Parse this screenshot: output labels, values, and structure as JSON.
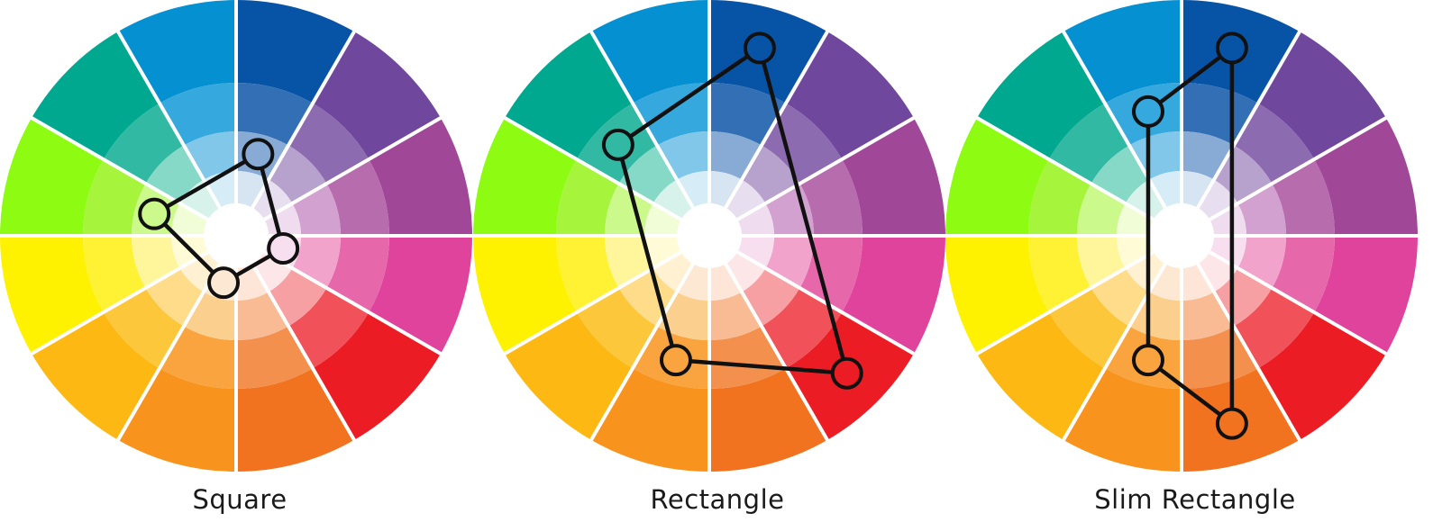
{
  "ring_colors": [
    [
      "#ffffff",
      "#d6ecf7",
      "#80c7ea",
      "#35a8dd",
      "#0590d1"
    ],
    [
      "#ffffff",
      "#d7e4f1",
      "#88abd6",
      "#326fb5",
      "#0754a6"
    ],
    [
      "#ffffff",
      "#e7def0",
      "#b6a2cc",
      "#8d6bb0",
      "#6f479c"
    ],
    [
      "#ffffff",
      "#efdcee",
      "#d2a1cf",
      "#b76cae",
      "#a04798"
    ],
    [
      "#ffffff",
      "#f8dff0",
      "#f1a3cc",
      "#e668ab",
      "#e0439b"
    ],
    [
      "#ffffff",
      "#fde6e8",
      "#f6a0a4",
      "#f15158",
      "#ec1c24"
    ],
    [
      "#ffffff",
      "#fde6d8",
      "#f8bb94",
      "#f4904d",
      "#f1721f"
    ],
    [
      "#ffffff",
      "#fde9d3",
      "#fbd08f",
      "#f9a43f",
      "#f8941d"
    ],
    [
      "#ffffff",
      "#fff1d1",
      "#fedc8a",
      "#fdc73b",
      "#fdb813"
    ],
    [
      "#ffffff",
      "#fffbd6",
      "#fff59b",
      "#fff234",
      "#fff200"
    ],
    [
      "#ffffff",
      "#f1fdd6",
      "#cbf98b",
      "#a6f43b",
      "#8dfb12"
    ],
    [
      "#ffffff",
      "#d7f2eb",
      "#86d8c7",
      "#31b9a4",
      "#00a88f"
    ]
  ],
  "separator_color": "#ffffff",
  "line_color": "#111111",
  "diagrams": [
    {
      "caption": "Square",
      "markers": [
        {
          "segment": 1,
          "ring": 2
        },
        {
          "segment": 4,
          "ring": 1
        },
        {
          "segment": 7,
          "ring": 1
        },
        {
          "segment": 10,
          "ring": 2
        }
      ]
    },
    {
      "caption": "Rectangle",
      "markers": [
        {
          "segment": 1,
          "ring": 4
        },
        {
          "segment": 5,
          "ring": 4
        },
        {
          "segment": 7,
          "ring": 3
        },
        {
          "segment": 11,
          "ring": 3
        }
      ]
    },
    {
      "caption": "Slim Rectangle",
      "markers": [
        {
          "segment": 1,
          "ring": 4
        },
        {
          "segment": 0,
          "ring": 3
        },
        {
          "segment": 7,
          "ring": 3
        },
        {
          "segment": 6,
          "ring": 4
        }
      ]
    }
  ]
}
